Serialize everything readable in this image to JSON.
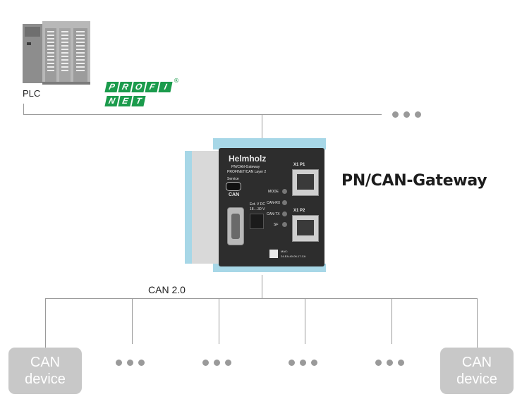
{
  "plc": {
    "label": "PLC"
  },
  "profinet": {
    "row1": [
      "P",
      "R",
      "O",
      "F",
      "I"
    ],
    "row2": [
      "N",
      "E",
      "T"
    ],
    "reg": "®"
  },
  "gateway": {
    "title": "PN/CAN-Gateway",
    "brand": "Helmholz",
    "subtitle1": "PN/CAN-Gateway",
    "subtitle2": "PROFINET/CAN Layer 2",
    "service": "Service",
    "can": "CAN",
    "ext_voltage": "Ext. V DC",
    "ext_range": "18....30 V",
    "port1": "X1 P1",
    "port2": "X1 P2",
    "led_mode": "MODE",
    "led_canrx": "CAN-RX",
    "led_cantx": "CAN-TX",
    "led_sf": "SF",
    "mac_label": "MAC:",
    "mac_value": "24-EA-40-06-17-CA"
  },
  "bus": {
    "label": "CAN 2.0"
  },
  "devices": [
    {
      "line1": "CAN",
      "line2": "device"
    },
    {
      "line1": "CAN",
      "line2": "device"
    }
  ]
}
